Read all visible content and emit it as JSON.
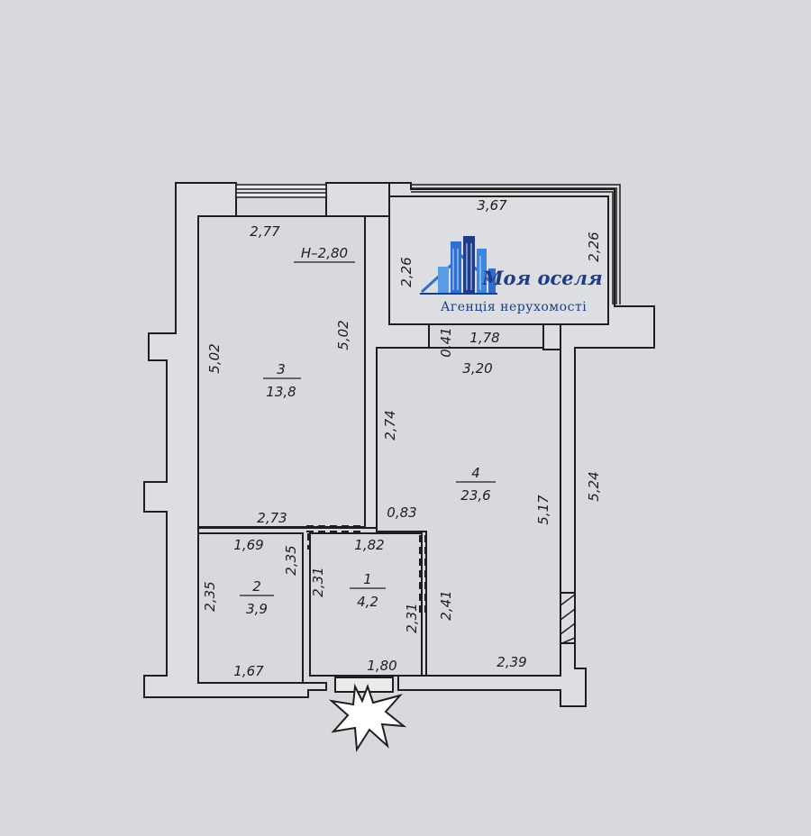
{
  "height_label": "H–2,80",
  "rooms": [
    {
      "number": "1",
      "area": "4,2"
    },
    {
      "number": "2",
      "area": "3,9"
    },
    {
      "number": "3",
      "area": "13,8"
    },
    {
      "number": "4",
      "area": "23,6"
    }
  ],
  "dimensions": [
    "2,77",
    "5,02",
    "5,02",
    "2,73",
    "3,67",
    "2,26",
    "2,26",
    "0,41",
    "1,78",
    "3,20",
    "2,74",
    "0,83",
    "5,17",
    "5,24",
    "1,69",
    "2,35",
    "2,35",
    "2,31",
    "1,82",
    "2,31",
    "2,41",
    "1,67",
    "1,80",
    "2,39"
  ],
  "logo": {
    "title": "Моя оселя",
    "subtitle": "Агенція нерухомості",
    "brand_color": "#1f3c8a",
    "accent_color": "#2e6fd0"
  },
  "colors": {
    "background": "#d7d9dc",
    "wall_fill": "#dcdee1",
    "line": "#1e1e1e"
  },
  "entrance_icon": "entrance-star-icon"
}
